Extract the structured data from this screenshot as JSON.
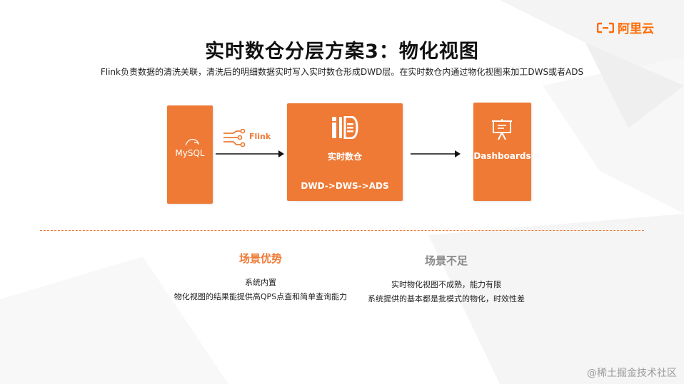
{
  "brand": {
    "logo_text": "阿里云",
    "accent": "#ee7a35"
  },
  "slide": {
    "title": "实时数仓分层方案3：物化视图",
    "subtitle": "Flink负责数据的清洗关联，清洗后的明细数据实时写入实时数仓形成DWD层。在实时数仓内通过物化视图来加工DWS或者ADS"
  },
  "diagram": {
    "source": {
      "label": "MySQL",
      "icon": "dolphin-icon"
    },
    "connector": {
      "label": "Flink",
      "icon": "flink-icon"
    },
    "warehouse": {
      "label": "实时数仓",
      "flow": "DWD->DWS->ADS",
      "icon": "warehouse-icon"
    },
    "target": {
      "label": "Dashboards",
      "icon": "dashboard-icon"
    }
  },
  "advantages": {
    "heading": "场景优势",
    "items": [
      "系统内置",
      "物化视图的结果能提供高QPS点查和简单查询能力"
    ]
  },
  "disadvantages": {
    "heading": "场景不足",
    "items": [
      "实时物化视图不成熟，能力有限",
      "系统提供的基本都是批模式的物化，时效性差"
    ]
  },
  "watermark": "@稀土掘金技术社区"
}
